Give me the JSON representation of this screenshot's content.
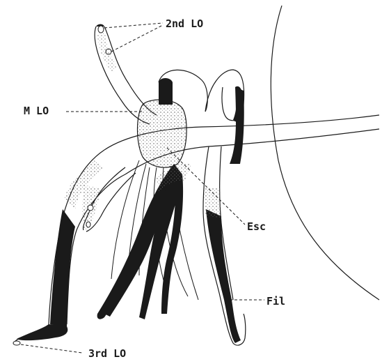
{
  "labels": {
    "second_lo": "2nd LO",
    "m_lo": "M LO",
    "esc": "Esc",
    "fil": "Fil",
    "third_lo": "3rd LO"
  },
  "colors": {
    "ink": "#1a1a1a",
    "paper": "#ffffff",
    "stipple": "#555555"
  }
}
